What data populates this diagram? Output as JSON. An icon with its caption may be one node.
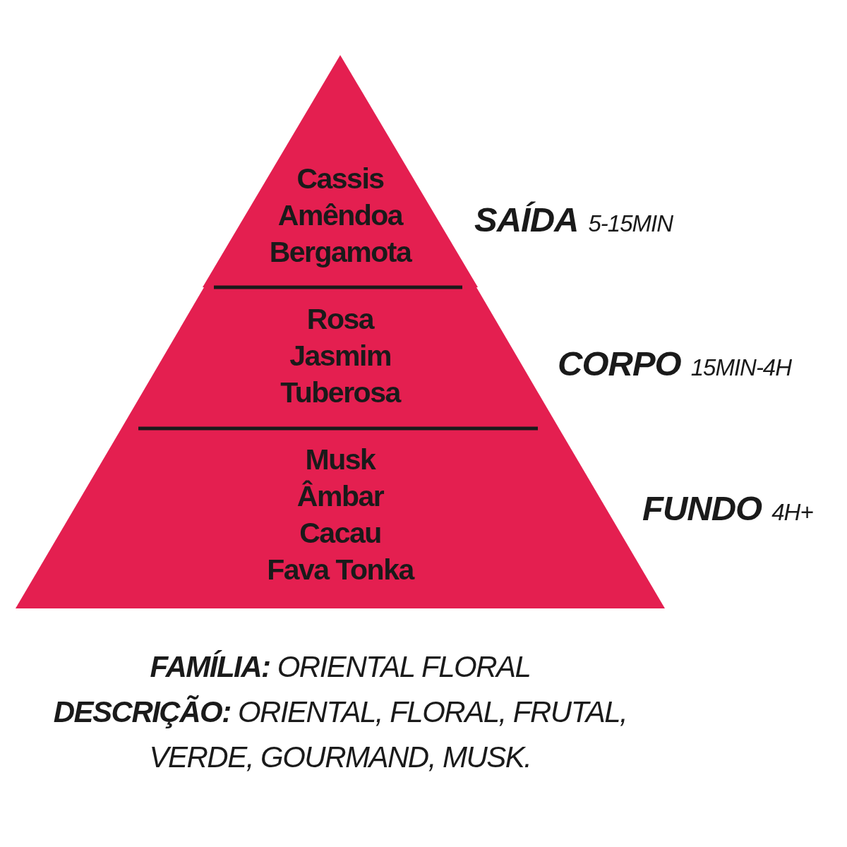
{
  "diagram": {
    "nodes": [
      {
        "text": [
          "Cassis",
          "Amêndoa",
          "Bergamota"
        ],
        "beside": [
          "SAÍDA",
          "5-15MIN"
        ]
      },
      {
        "text": [
          "Rosa",
          "Jasmim",
          "Tuberosa"
        ],
        "beside": [
          "CORPO",
          "15MIN-4H"
        ]
      },
      {
        "text": [
          "Musk",
          "Âmbar",
          "Cacau",
          "Fava Tonka"
        ],
        "beside": [
          "FUNDO",
          "4H+"
        ]
      }
    ],
    "edges": [],
    "labels": [
      "**FAMÍLIA:** ORIENTAL FLORAL",
      "**DESCRIÇÃO:** ORIENTAL, FLORAL, FRUTAL, VERDE, GOURMAND, MUSK."
    ]
  }
}
